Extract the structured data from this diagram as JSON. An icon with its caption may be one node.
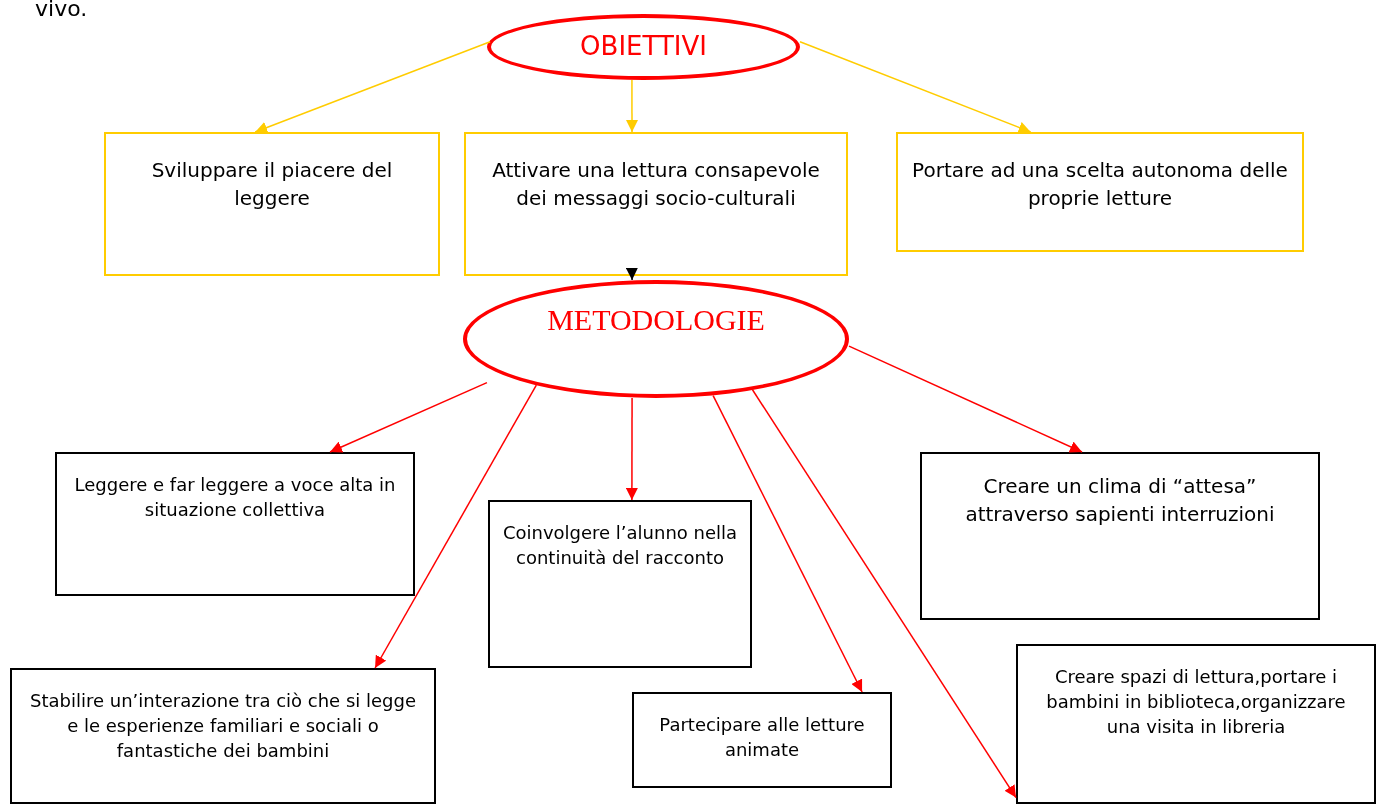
{
  "diagram": {
    "nodes": [
      {
        "text": [
          "OBIETTIVI"
        ]
      },
      {
        "text": [
          "Sviluppare il piacere del leggere"
        ]
      },
      {
        "text": [
          "Attivare una lettura consapevole dei messaggi socio-culturali"
        ]
      },
      {
        "text": [
          "Portare ad una scelta autonoma delle proprie letture"
        ]
      },
      {
        "text": [
          "METODOLOGIE"
        ]
      },
      {
        "text": [
          "Leggere e far leggere a voce alta in situazione collettiva"
        ]
      },
      {
        "text": [
          "Coinvolgere l’alunno nella continuità del racconto"
        ]
      },
      {
        "text": [
          "Creare un clima di “attesa” attraverso sapienti interruzioni"
        ]
      },
      {
        "text": [
          "Stabilire un’interazione tra ciò che si legge e le esperienze familiari e sociali o fantastiche dei bambini"
        ]
      },
      {
        "text": [
          "Partecipare alle letture animate"
        ]
      },
      {
        "text": [
          "Creare spazi di lettura,portare i bambini in biblioteca,organizzare una visita in libreria"
        ]
      }
    ],
    "edges": [
      {
        "from": 0,
        "to": 1,
        "arrow": "to",
        "color": "#ffcc00"
      },
      {
        "from": 0,
        "to": 2,
        "arrow": "to",
        "color": "#ffcc00"
      },
      {
        "from": 0,
        "to": 3,
        "arrow": "to",
        "color": "#ffcc00"
      },
      {
        "from": 2,
        "to": 4,
        "arrow": "to",
        "color": "#000000"
      },
      {
        "from": 4,
        "to": 5,
        "arrow": "to"
      },
      {
        "from": 4,
        "to": 8,
        "arrow": "to"
      },
      {
        "from": 4,
        "to": 6,
        "arrow": "to"
      },
      {
        "from": 4,
        "to": 9,
        "arrow": "to"
      },
      {
        "from": 4,
        "to": 10,
        "arrow": "to"
      },
      {
        "from": 4,
        "to": 7,
        "arrow": "to"
      }
    ],
    "labels": [
      "vivo."
    ]
  }
}
